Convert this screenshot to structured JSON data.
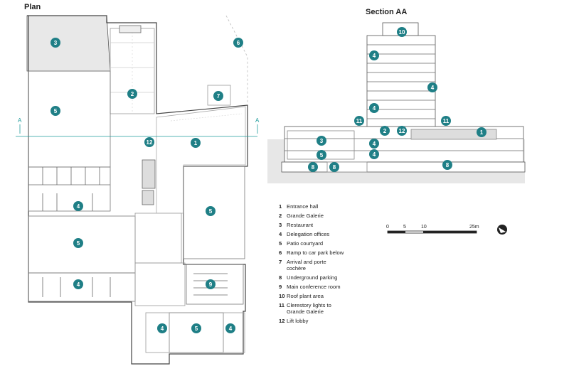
{
  "plan": {
    "title": "Plan",
    "cut_label": "A"
  },
  "section": {
    "title": "Section AA"
  },
  "legend": [
    {
      "num": "1",
      "label": "Entrance hall"
    },
    {
      "num": "2",
      "label": "Grande Galerie"
    },
    {
      "num": "3",
      "label": "Restaurant"
    },
    {
      "num": "4",
      "label": "Delegation offices"
    },
    {
      "num": "5",
      "label": "Patio courtyard"
    },
    {
      "num": "6",
      "label": "Ramp to car park below"
    },
    {
      "num": "7",
      "label": "Arrival and porte cochère"
    },
    {
      "num": "8",
      "label": "Underground parking"
    },
    {
      "num": "9",
      "label": "Main conference room"
    },
    {
      "num": "10",
      "label": "Roof plant area"
    },
    {
      "num": "11",
      "label": "Clerestory lights to Grande Galerie"
    },
    {
      "num": "12",
      "label": "Lift lobby"
    }
  ],
  "scale": {
    "ticks": [
      "0",
      "5",
      "10",
      "25m"
    ]
  },
  "plan_markers": [
    "3",
    "6",
    "2",
    "7",
    "5",
    "1",
    "12",
    "4",
    "5",
    "5",
    "4",
    "9",
    "4",
    "5",
    "4"
  ],
  "section_markers": [
    "10",
    "4",
    "4",
    "4",
    "11",
    "11",
    "2",
    "12",
    "1",
    "3",
    "5",
    "4",
    "4",
    "8",
    "8",
    "8"
  ],
  "colors": {
    "marker": "#1f7f86",
    "cut_line": "#1f9c9c",
    "ground": "#e7e7e7"
  }
}
